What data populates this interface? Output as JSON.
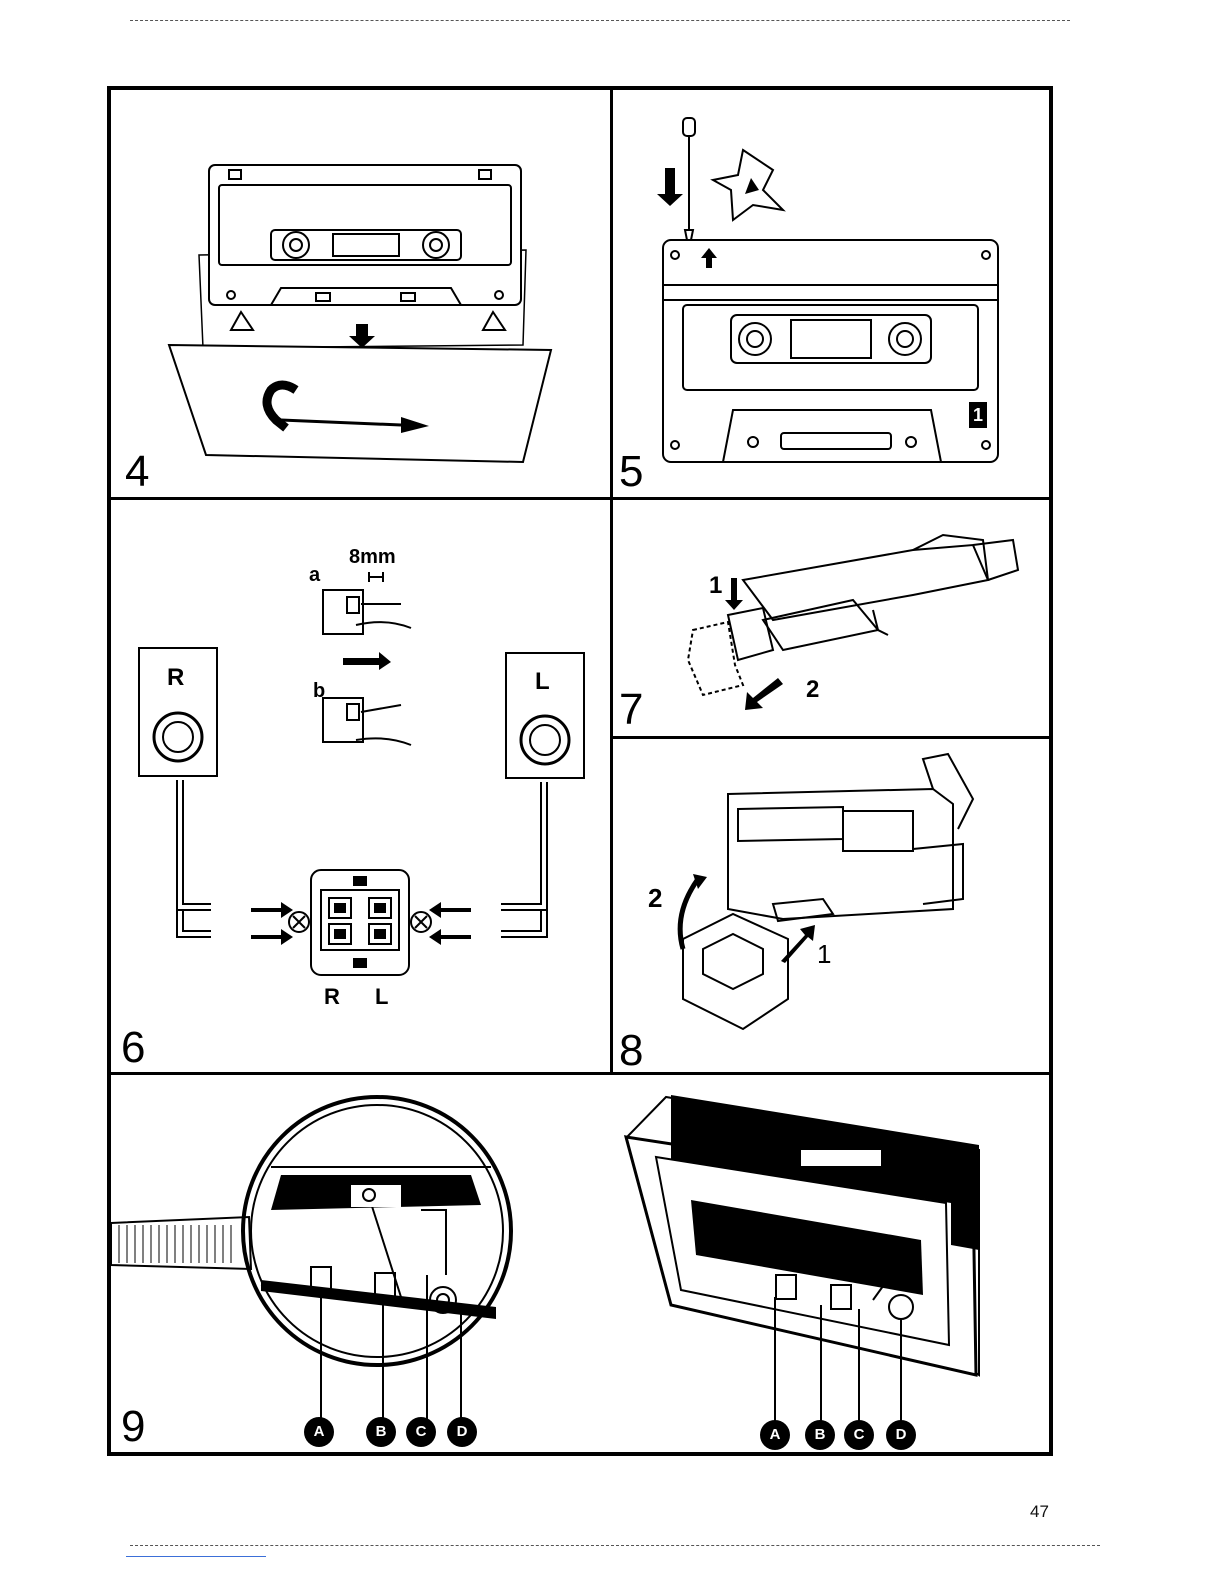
{
  "panels": {
    "p4": {
      "number": "4"
    },
    "p5": {
      "number": "5",
      "cassette_badge": "1"
    },
    "p6": {
      "number": "6",
      "speaker_right": "R",
      "speaker_left": "L",
      "step_a": "a",
      "step_b": "b",
      "dimension": "8mm",
      "terminal_r": "R",
      "terminal_l": "L"
    },
    "p7": {
      "number": "7",
      "step_1": "1",
      "step_2": "2"
    },
    "p8": {
      "number": "8",
      "step_1": "1",
      "step_2": "2"
    },
    "p9": {
      "number": "9",
      "markers_left": [
        "A",
        "B",
        "C",
        "D"
      ],
      "markers_right": [
        "A",
        "B",
        "C",
        "D"
      ]
    }
  },
  "footer": {
    "page_number": "47"
  }
}
